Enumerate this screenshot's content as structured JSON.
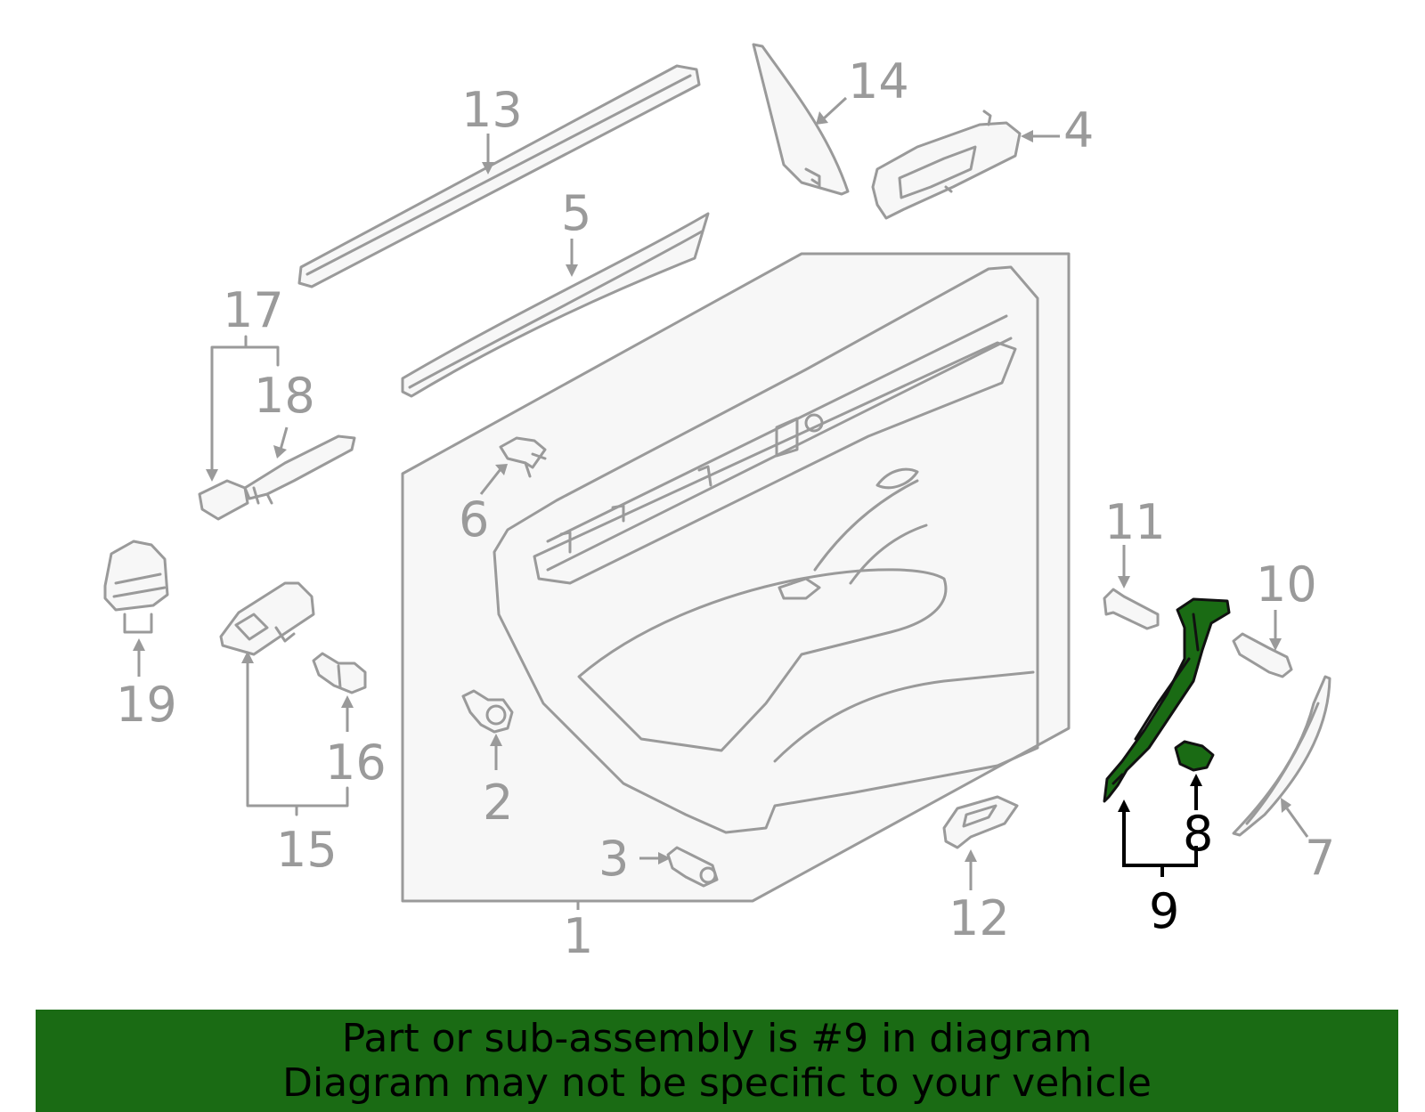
{
  "diagram": {
    "highlight_color": "#1a6b14",
    "highlighted_part": "9",
    "callouts": {
      "c1": "1",
      "c2": "2",
      "c3": "3",
      "c4": "4",
      "c5": "5",
      "c6": "6",
      "c7": "7",
      "c8": "8",
      "c9": "9",
      "c10": "10",
      "c11": "11",
      "c12": "12",
      "c13": "13",
      "c14": "14",
      "c15": "15",
      "c16": "16",
      "c17": "17",
      "c18": "18",
      "c19": "19"
    }
  },
  "banner": {
    "line1": "Part or sub-assembly is #9 in diagram",
    "line2": "Diagram may not be specific to your vehicle",
    "background": "#1a6b14"
  }
}
